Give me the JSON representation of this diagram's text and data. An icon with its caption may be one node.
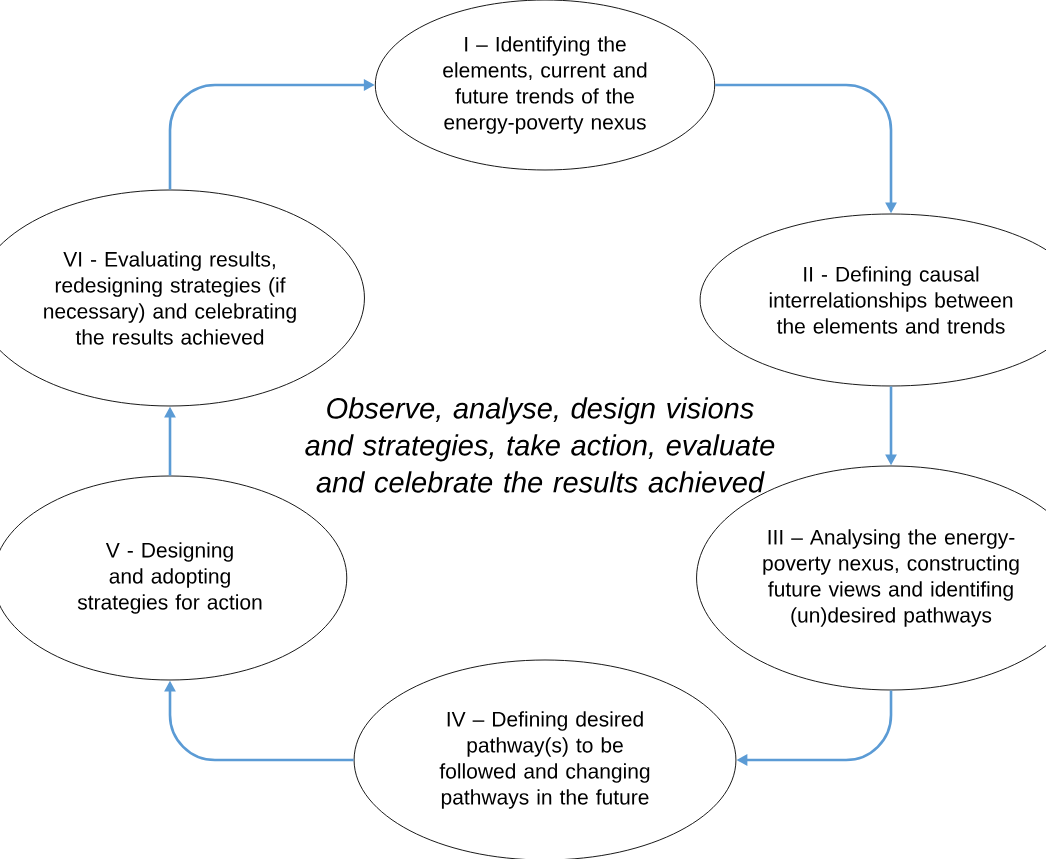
{
  "diagram": {
    "nodes": [
      {
        "text": [
          "I – Identifying the elements, current and future trends of the energy-poverty nexus"
        ]
      },
      {
        "text": [
          "II - Defining causal interrelationships between the elements and trends"
        ]
      },
      {
        "text": [
          "III – Analysing the energy-poverty nexus, constructing future views and identifing (un)desired pathways"
        ]
      },
      {
        "text": [
          "IV – Defining desired pathway(s) to be followed and changing pathways in the future"
        ]
      },
      {
        "text": [
          "V - Designing and adopting strategies for action"
        ]
      },
      {
        "text": [
          "VI - Evaluating results, redesigning strategies (if necessary) and celebrating the results achieved"
        ]
      }
    ],
    "edges": [
      {
        "from": 5,
        "to": 0,
        "arrow": "to"
      },
      {
        "from": 0,
        "to": 1,
        "arrow": "to"
      },
      {
        "from": 1,
        "to": 2,
        "arrow": "to"
      },
      {
        "from": 2,
        "to": 3,
        "arrow": "to"
      },
      {
        "from": 3,
        "to": 4,
        "arrow": "to"
      },
      {
        "from": 4,
        "to": 5,
        "arrow": "to"
      }
    ],
    "labels": [
      "Observe, analyse, design visions and strategies, take action, evaluate and celebrate the results achieved"
    ]
  }
}
